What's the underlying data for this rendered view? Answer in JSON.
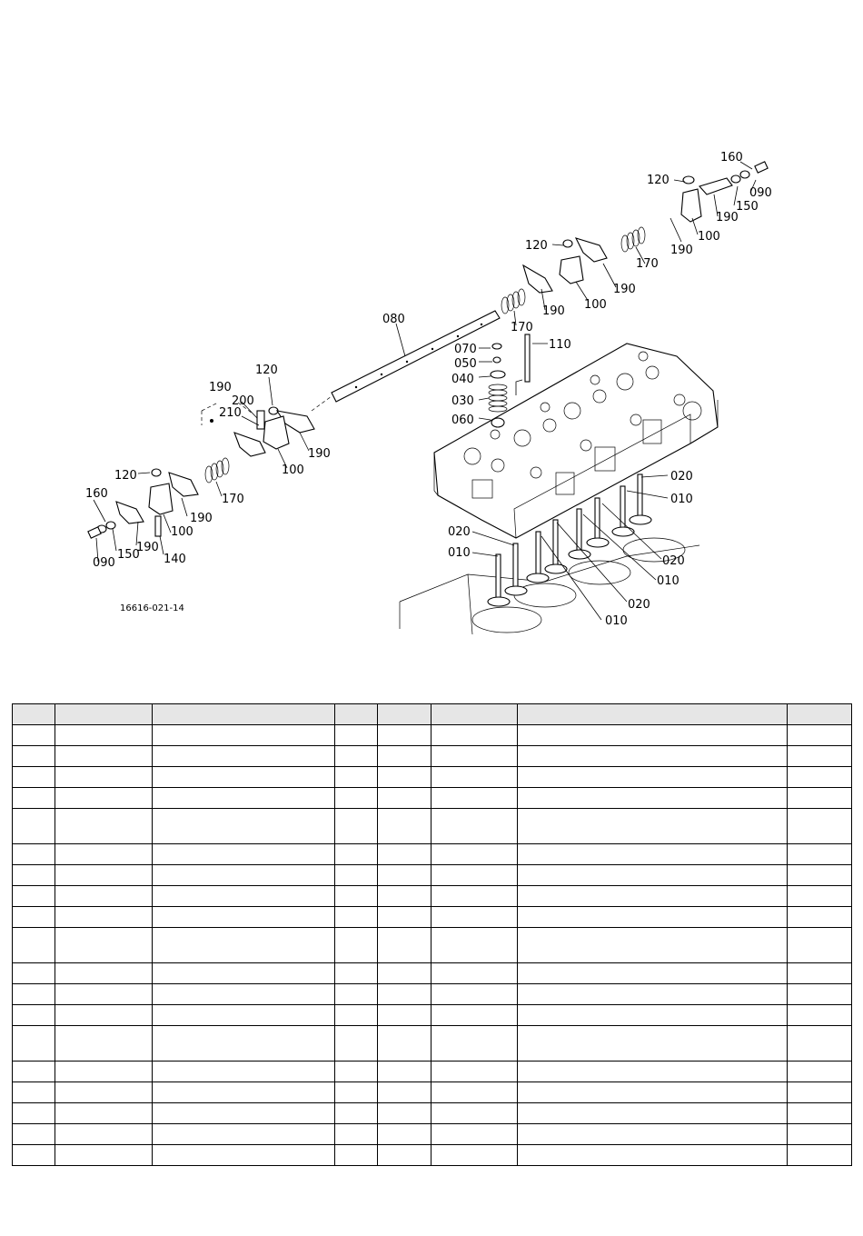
{
  "diagram": {
    "figure_ref": "16616-021-14",
    "callouts": {
      "c160r": "160",
      "c120r": "120",
      "c090r": "090",
      "c150r": "150",
      "c190r1": "190",
      "c100r": "100",
      "c190r2": "190",
      "c120m": "120",
      "c170r": "170",
      "c190m1": "190",
      "c100m": "100",
      "c190m2": "190",
      "c170m": "170",
      "c080": "080",
      "c070": "070",
      "c050": "050",
      "c040": "040",
      "c030": "030",
      "c060": "060",
      "c110": "110",
      "c120l": "120",
      "c190bk": "190",
      "c200": "200",
      "c210": "210",
      "c190l1": "190",
      "c100l": "100",
      "c170l": "170",
      "c120ll": "120",
      "c160l": "160",
      "c190l2": "190",
      "c100ll": "100",
      "c190l3": "190",
      "c090l": "090",
      "c150l": "150",
      "c140": "140",
      "c020a": "020",
      "c010a": "010",
      "c020b": "020",
      "c010b": "010",
      "c020c": "020",
      "c010c": "010",
      "c020d": "020",
      "c010d": "010"
    }
  },
  "table": {
    "columns": 8,
    "rows": [
      {
        "tall": false
      },
      {
        "tall": false
      },
      {
        "tall": false
      },
      {
        "tall": false
      },
      {
        "tall": true
      },
      {
        "tall": false
      },
      {
        "tall": false
      },
      {
        "tall": false
      },
      {
        "tall": false
      },
      {
        "tall": true
      },
      {
        "tall": false
      },
      {
        "tall": false
      },
      {
        "tall": false
      },
      {
        "tall": true
      },
      {
        "tall": false
      },
      {
        "tall": false
      },
      {
        "tall": false
      },
      {
        "tall": false
      },
      {
        "tall": false
      }
    ]
  }
}
